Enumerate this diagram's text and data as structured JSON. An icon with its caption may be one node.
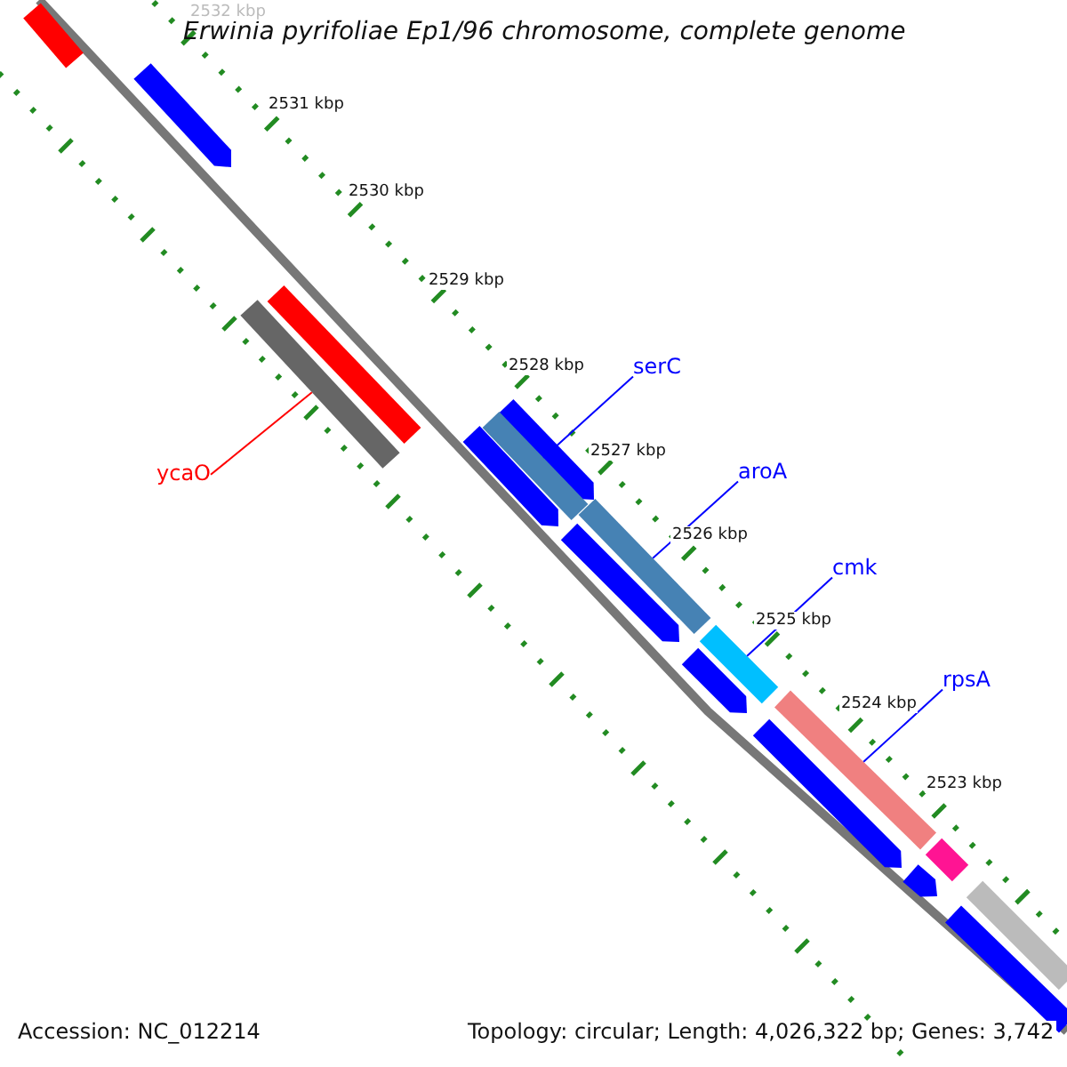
{
  "diagram": {
    "title": "Erwinia pyrifoliae Ep1/96 chromosome, complete genome",
    "nodes": [
      {
        "text": [
          "serC"
        ]
      },
      {
        "text": [
          "aroA"
        ]
      },
      {
        "text": [
          "cmk"
        ]
      },
      {
        "text": [
          "rpsA"
        ]
      },
      {
        "text": [
          "ycaO"
        ]
      },
      {
        "text": [],
        "shape": "bar"
      },
      {
        "text": [],
        "shape": "bar"
      },
      {
        "text": [],
        "shape": "bar"
      },
      {
        "text": [],
        "shape": "bar"
      },
      {
        "text": [],
        "shape": "bar"
      },
      {
        "text": [],
        "shape": "bar"
      },
      {
        "text": [],
        "shape": "bar"
      },
      {
        "text": [],
        "shape": "bar"
      },
      {
        "text": [],
        "shape": "bar"
      },
      {
        "text": [],
        "shape": "bar"
      },
      {
        "text": [],
        "shape": "bar"
      },
      {
        "text": [],
        "shape": "bar"
      },
      {
        "text": [],
        "shape": "bar"
      },
      {
        "text": [],
        "shape": "bar"
      },
      {
        "text": [],
        "shape": "bar"
      },
      {
        "text": [],
        "shape": "bar"
      },
      {
        "text": [],
        "shape": "bar"
      }
    ],
    "edges": [
      {
        "from": 0,
        "to": 10,
        "arrow": "none",
        "color": "#0000ff"
      },
      {
        "from": 1,
        "to": 12,
        "arrow": "none",
        "color": "#0000ff"
      },
      {
        "from": 2,
        "to": 14,
        "arrow": "none",
        "color": "#0000ff"
      },
      {
        "from": 3,
        "to": 16,
        "arrow": "none",
        "color": "#0000ff"
      },
      {
        "from": 4,
        "to": 8,
        "arrow": "none",
        "color": "#ff0000"
      }
    ],
    "labels": [
      "2532 kbp",
      "2531 kbp",
      "2530 kbp",
      "2529 kbp",
      "2528 kbp",
      "2527 kbp",
      "2526 kbp",
      "2525 kbp",
      "2524 kbp",
      "2523 kbp",
      "Accession: NC_012214",
      "Topology: circular; Length: 4,026,322 bp; Genes: 3,742"
    ]
  }
}
